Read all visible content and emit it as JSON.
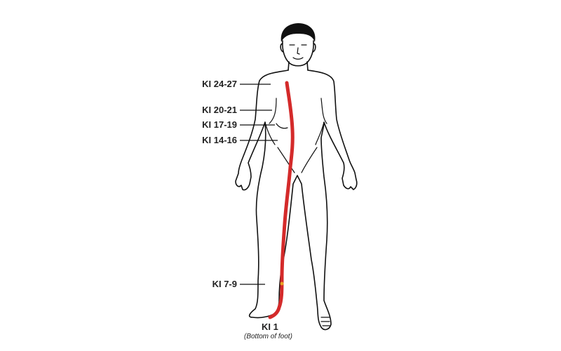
{
  "labels": {
    "ki_24_27": "KI 24-27",
    "ki_20_21": "KI 20-21",
    "ki_17_19": "KI 17-19",
    "ki_14_16": "KI 14-16",
    "ki_7_9": "KI 7-9",
    "ki_1": "KI 1",
    "ki_1_note": "(Bottom of foot)"
  },
  "colors": {
    "outline": "#111111",
    "meridian": "#d42a2a",
    "meridian_highlight": "#f0c020"
  },
  "icons": [
    "human-figure-outline",
    "kidney-meridian-line"
  ]
}
